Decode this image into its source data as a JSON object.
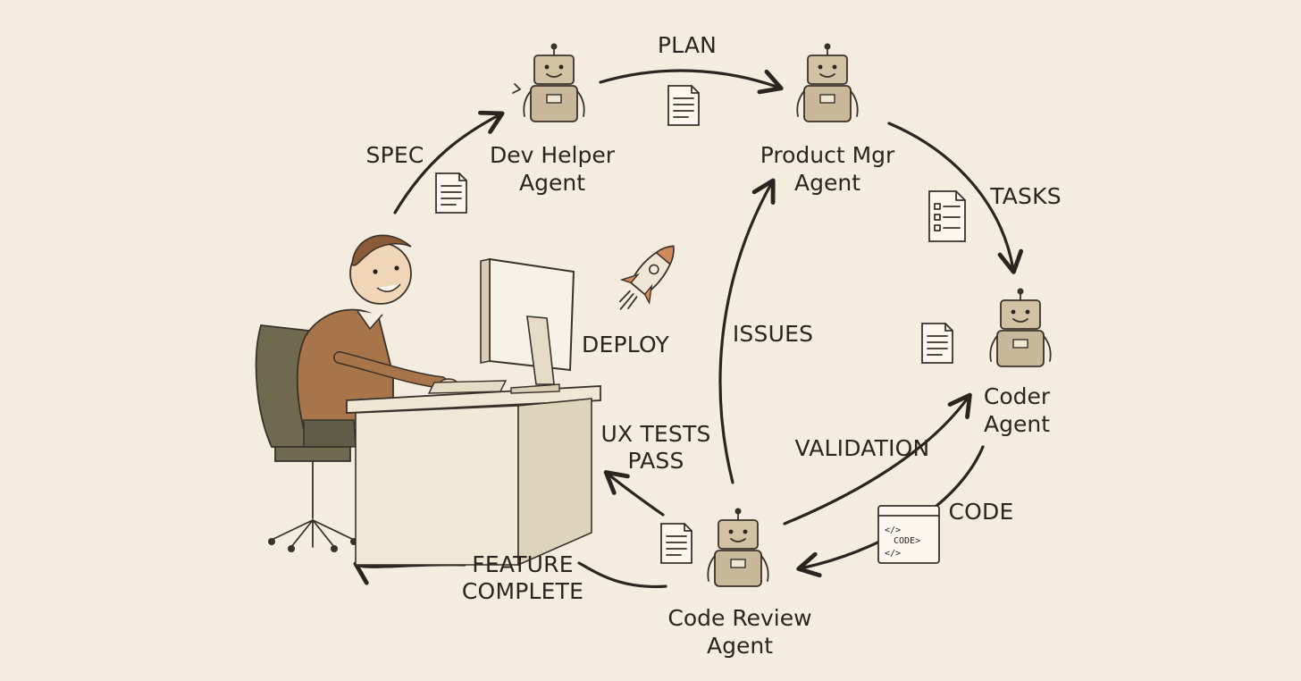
{
  "nodes": {
    "dev_helper": {
      "line1": "Dev Helper",
      "line2": "Agent"
    },
    "product_mgr": {
      "line1": "Product Mgr",
      "line2": "Agent"
    },
    "coder": {
      "line1": "Coder",
      "line2": "Agent"
    },
    "code_review": {
      "line1": "Code Review",
      "line2": "Agent"
    }
  },
  "edges": {
    "spec": "SPEC",
    "plan": "PLAN",
    "tasks": "TASKS",
    "code": "CODE",
    "validation": "VALIDATION",
    "issues": "ISSUES",
    "ux_tests_1": "UX TESTS",
    "ux_tests_2": "PASS",
    "feature_complete_1": "FEATURE",
    "feature_complete_2": "COMPLETE",
    "deploy": "DEPLOY"
  },
  "icons": {
    "code_doc_text": "CODE>"
  },
  "colors": {
    "background": "#f3ecdf",
    "ink": "#2b2520",
    "robot": "#c9b79a",
    "sweater": "#a8754a",
    "chair": "#6f6a4f",
    "desk": "#e6dcc6"
  }
}
